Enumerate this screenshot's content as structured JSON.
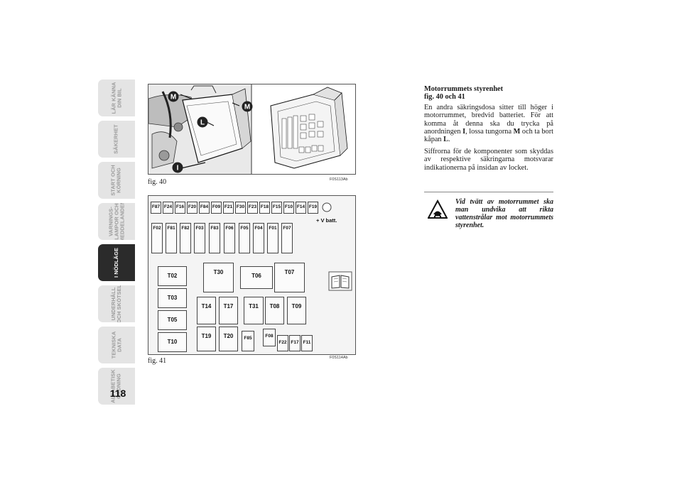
{
  "tabs": [
    {
      "label": "LÄR KÄNNA\nDIN BIL",
      "active": false
    },
    {
      "label": "SÄKERHET",
      "active": false
    },
    {
      "label": "START OCH\nKÖRNING",
      "active": false
    },
    {
      "label": "VARNINGS-\nLAMPOR OCH\nMEDDELANDEN",
      "active": false
    },
    {
      "label": "I NÖDLÄGE",
      "active": true
    },
    {
      "label": "UNDERHÅLL\nOCH SKÖTSEL",
      "active": false
    },
    {
      "label": "TEKNISKA\nDATA",
      "active": false
    },
    {
      "label": "ALFABETISK\nORDNING",
      "active": false
    }
  ],
  "page_number": "118",
  "figure40": {
    "caption": "fig. 40",
    "code": "F0S113Ab",
    "callouts": {
      "m1": "M",
      "m2": "M",
      "l": "L",
      "i": "I"
    }
  },
  "figure41": {
    "caption": "fig. 41",
    "code": "F0S114Ab",
    "vbatt": "+ V batt.",
    "row1": [
      "F87",
      "F24",
      "F16",
      "F20",
      "F84",
      "F09",
      "F21",
      "F30",
      "F23",
      "F18",
      "F15",
      "F10",
      "F14",
      "F19"
    ],
    "row2": [
      "F02",
      "F81",
      "F82",
      "F03",
      "F83",
      "F06",
      "F05",
      "F04",
      "F01",
      "F07"
    ],
    "relays": {
      "t02": "T02",
      "t03": "T03",
      "t05": "T05",
      "t10": "T10",
      "t30": "T30",
      "t06": "T06",
      "t07": "T07",
      "t14": "T14",
      "t17": "T17",
      "t31": "T31",
      "t08": "T08",
      "t09": "T09",
      "t19": "T19",
      "t20": "T20",
      "f85": "F85",
      "f08": "F08",
      "f22": "F22",
      "f17": "F17",
      "f11": "F11"
    }
  },
  "section": {
    "title_line1": "Motorrummets styrenhet",
    "title_line2": "fig. 40 och 41",
    "p1_a": "En andra säkringsdosa sitter till höger i motorrummet, bredvid batteriet. För att komma åt denna ska du trycka på anordningen ",
    "p1_b": "I",
    "p1_c": ", lossa tungorna ",
    "p1_d": "M",
    "p1_e": " och ta bort kåpan ",
    "p1_f": "L",
    "p1_g": ".",
    "p2": "Siffrorna för de komponenter som skyddas av respektive säkringarna motsvarar indikationerna på insidan av locket."
  },
  "warning": {
    "icon": "warning-triangle-icon",
    "text": "Vid tvätt av motorrummet ska man undvika att rikta vattenstrålar mot motorrummets styrenhet."
  }
}
